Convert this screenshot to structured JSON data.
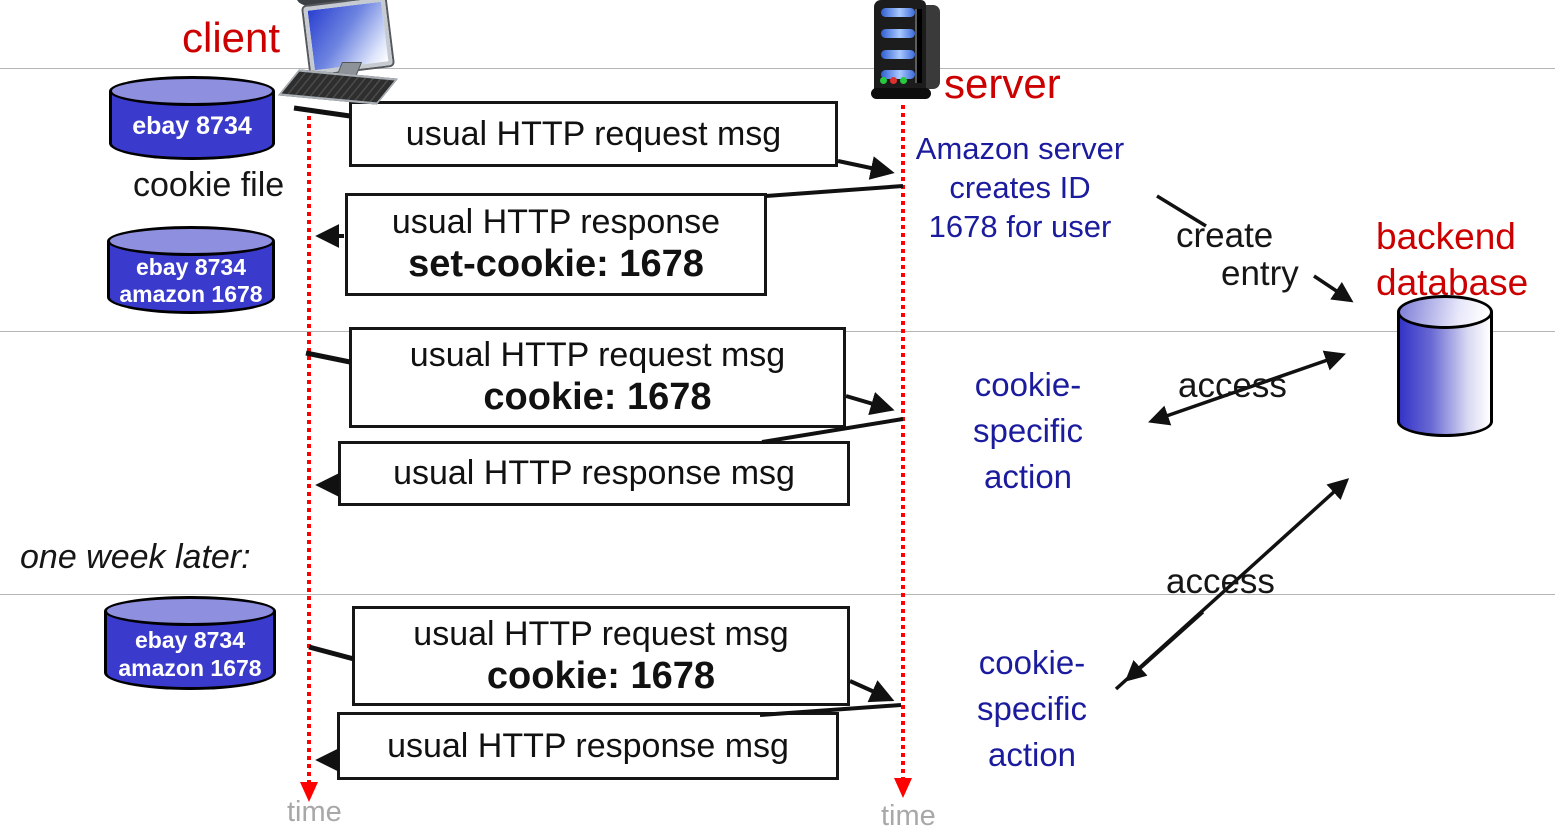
{
  "colors": {
    "accent_red": "#cc0000",
    "annotation_blue": "#1b1b9e",
    "cylinder_blue": "#3a3acc",
    "timeline_red": "#ff0000",
    "time_gray": "#a8a8a8"
  },
  "actors": {
    "client_label": "client",
    "server_label": "server"
  },
  "left_column": {
    "cookie_file_label": "cookie file",
    "one_week_later": "one week later:"
  },
  "cookie_files": [
    {
      "lines": [
        "ebay 8734"
      ]
    },
    {
      "lines": [
        "ebay 8734",
        "amazon 1678"
      ]
    },
    {
      "lines": [
        "ebay 8734",
        "amazon 1678"
      ]
    }
  ],
  "messages": [
    {
      "line1": "usual HTTP request msg"
    },
    {
      "line1": "usual HTTP response",
      "line2": "set-cookie: 1678"
    },
    {
      "line1": "usual HTTP request msg",
      "line2": "cookie: 1678"
    },
    {
      "line1": "usual HTTP response msg"
    },
    {
      "line1": "usual HTTP request msg",
      "line2": "cookie: 1678"
    },
    {
      "line1": "usual HTTP response msg"
    }
  ],
  "annotations": {
    "amazon_note": [
      "Amazon server",
      "creates ID",
      "1678 for user"
    ],
    "create_entry": [
      "create",
      "entry"
    ],
    "access_top": "access",
    "access_bottom": "access",
    "cookie_action_top": [
      "cookie-",
      "specific",
      "action"
    ],
    "cookie_action_bottom": [
      "cookie-",
      "specific",
      "action"
    ],
    "backend_database": [
      "backend",
      "database"
    ]
  },
  "timelines": {
    "client_time_label": "time",
    "server_time_label": "time"
  }
}
